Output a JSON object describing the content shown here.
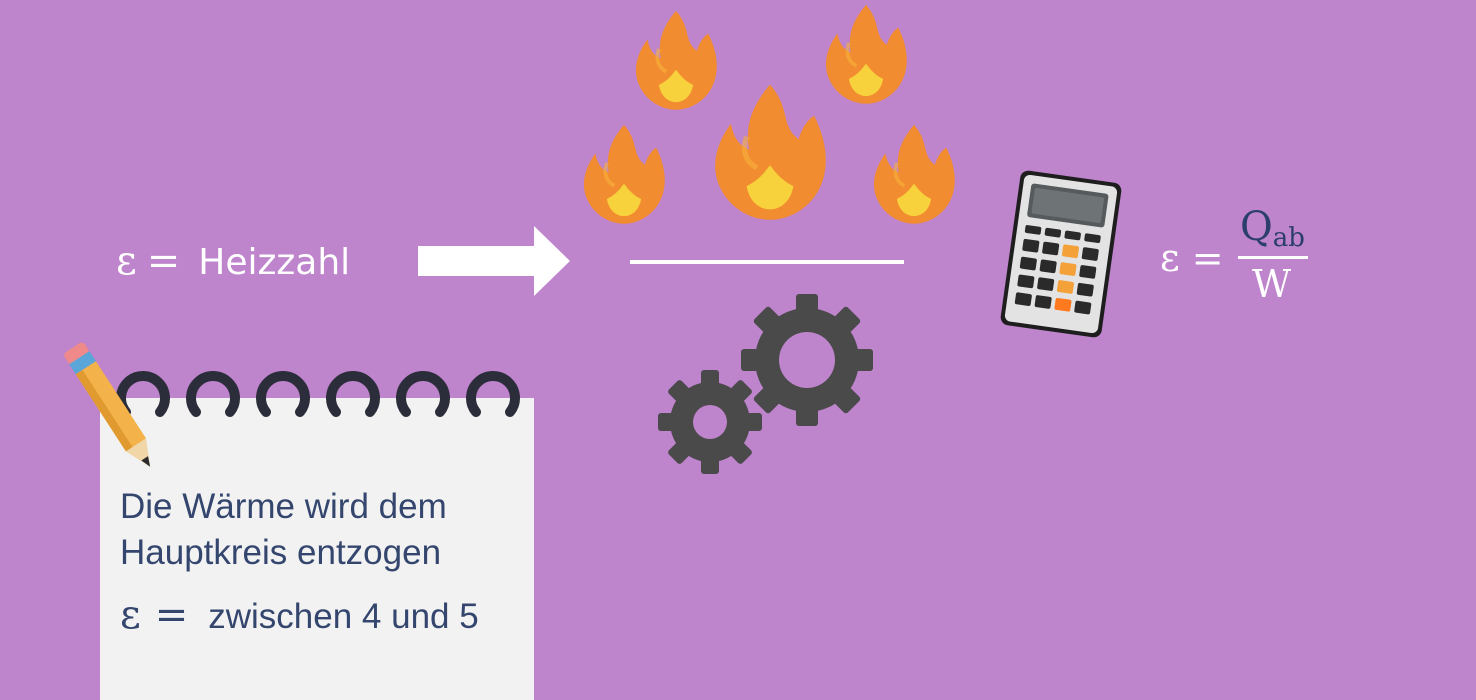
{
  "definition": {
    "symbol": "ε",
    "equals": "=",
    "term": "Heizzahl"
  },
  "formula": {
    "lhs": "ε =",
    "numerator": "Q",
    "numerator_sub": "ab",
    "denominator": "W"
  },
  "note": {
    "line1": "Die Wärme wird dem",
    "line2": "Hauptkreis entzogen",
    "range_symbol": "ε",
    "range_equals": "=",
    "range_text": "zwischen 4 und 5"
  },
  "colors": {
    "background": "#be84cc",
    "note_text": "#34466e",
    "formula_numerator": "#2c3e6b",
    "flame_outer": "#f28c30",
    "flame_inner": "#f7d23c",
    "gear": "#4a4a4a"
  },
  "icons": [
    "arrow-right-icon",
    "fire-icon",
    "gear-icon",
    "calculator-icon",
    "pencil-icon",
    "notepad-icon"
  ]
}
